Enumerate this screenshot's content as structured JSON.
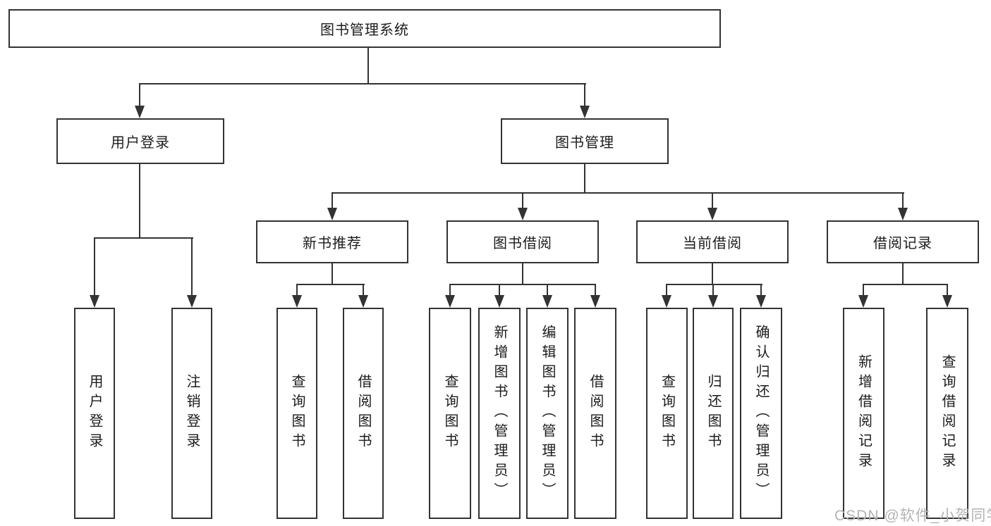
{
  "colors": {
    "line": "#333333",
    "box_background": "#ffffff",
    "text": "#1c1c1c",
    "watermark": "#b4b4b4"
  },
  "diagram": {
    "root": {
      "label": "图书管理系统"
    },
    "level2": [
      {
        "label": "用户登录",
        "children": [
          {
            "label": "用户登录"
          },
          {
            "label": "注销登录"
          }
        ]
      },
      {
        "label": "图书管理",
        "children": [
          {
            "label": "新书推荐",
            "children": [
              {
                "label": "查询图书"
              },
              {
                "label": "借阅图书"
              }
            ]
          },
          {
            "label": "图书借阅",
            "children": [
              {
                "label": "查询图书"
              },
              {
                "label": "新增图书（管理员）"
              },
              {
                "label": "编辑图书（管理员）"
              },
              {
                "label": "借阅图书"
              }
            ]
          },
          {
            "label": "当前借阅",
            "children": [
              {
                "label": "查询图书"
              },
              {
                "label": "归还图书"
              },
              {
                "label": "确认归还（管理员）"
              }
            ]
          },
          {
            "label": "借阅记录",
            "children": [
              {
                "label": "新增借阅记录"
              },
              {
                "label": "查询借阅记录"
              }
            ]
          }
        ]
      }
    ]
  },
  "watermark": {
    "text": "CSDN @软件_小贺同学"
  }
}
